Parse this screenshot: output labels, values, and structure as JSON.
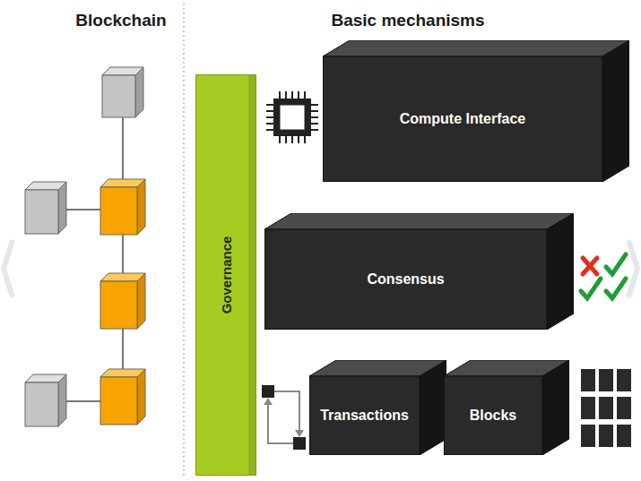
{
  "diagram": {
    "nodes": [
      {
        "text": [
          "Governance"
        ]
      },
      {
        "text": [
          "Compute Interface"
        ]
      },
      {
        "text": [
          "Consensus"
        ]
      },
      {
        "text": [
          "Transactions"
        ]
      },
      {
        "text": [
          "Blocks"
        ]
      }
    ],
    "labels": [
      "Blockchain",
      "Basic mechanisms"
    ]
  }
}
